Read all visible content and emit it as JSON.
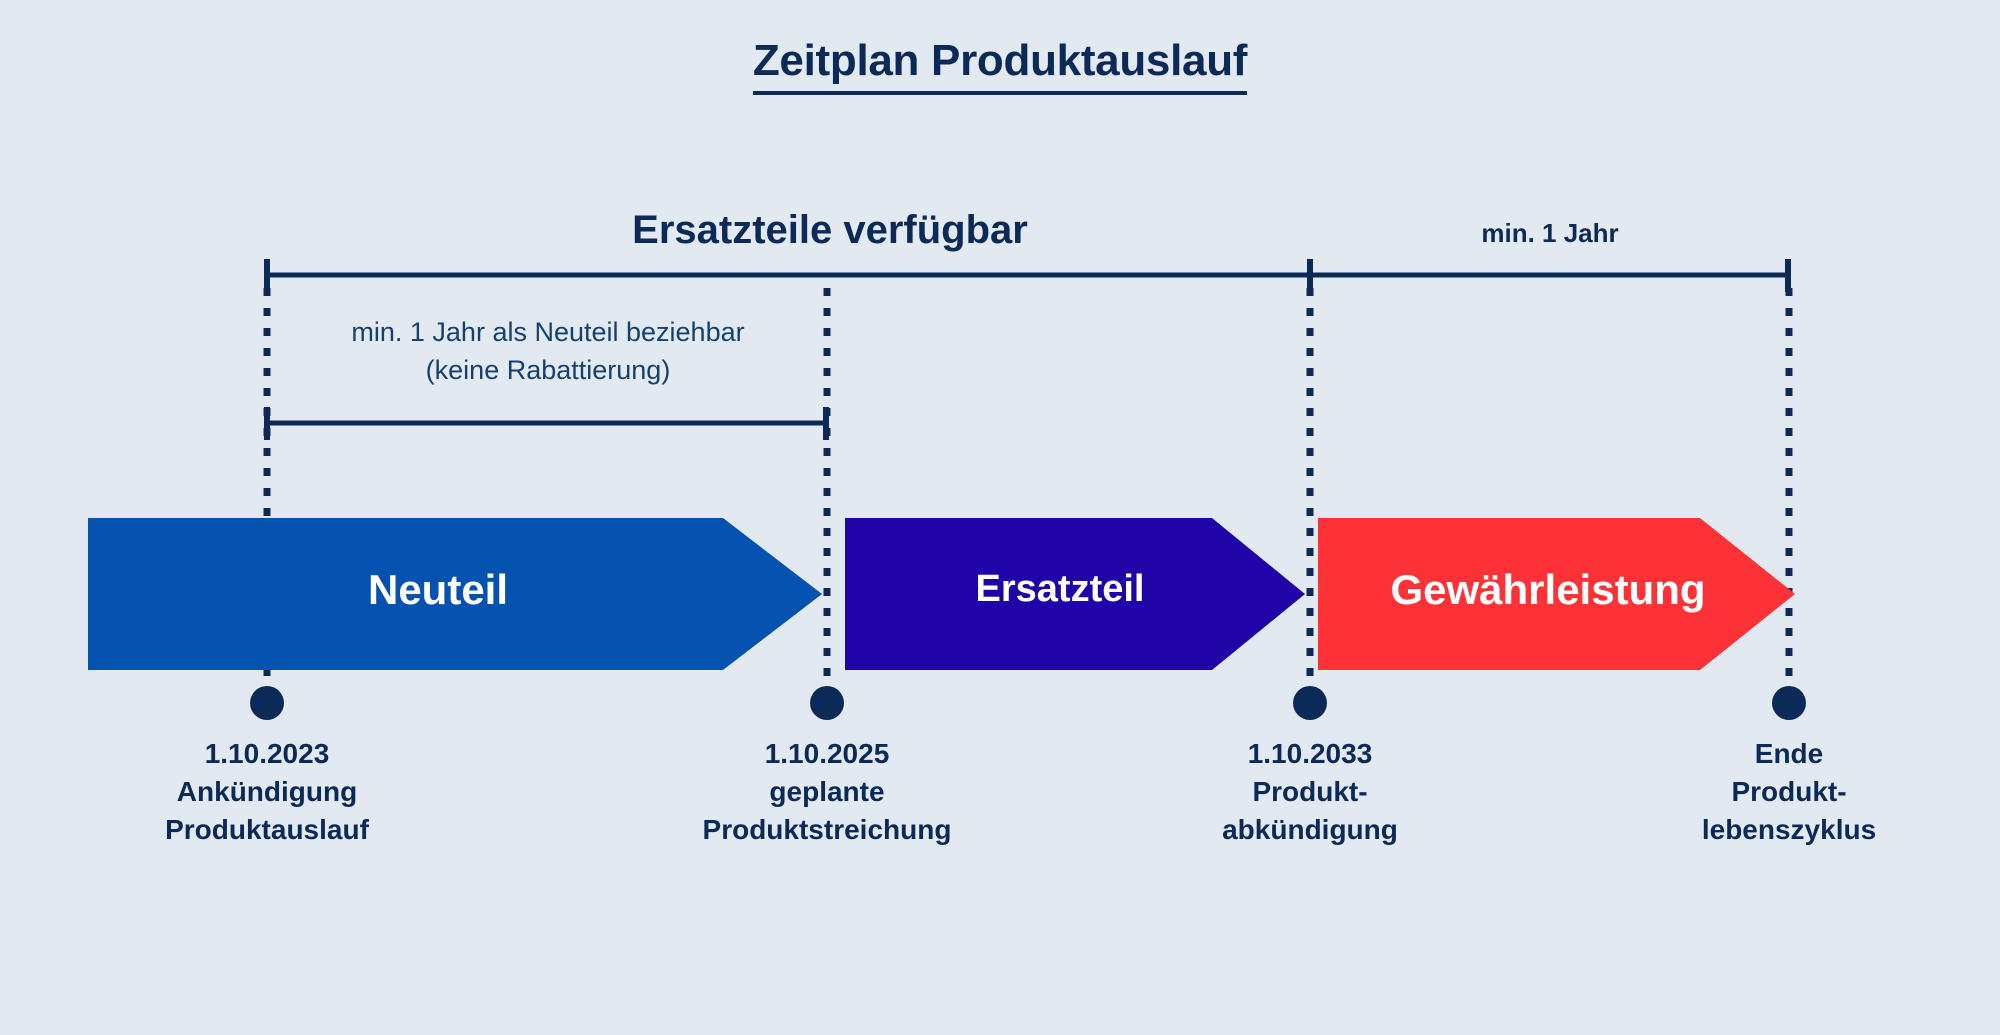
{
  "title": "Zeitplan Produktauslauf ",
  "colors": {
    "background": "#e3e9f1",
    "navy": "#0b2a58",
    "note_text": "#15416f",
    "neuteil_blue": "#0652b0",
    "ersatzteil_blue": "#2004a8",
    "gewaehrleistung_red": "#fc3236",
    "arrow_text": "#ffffff"
  },
  "spans": [
    {
      "id": "ersatzteile-verfuegbar",
      "label": "Ersatzteile verfügbar",
      "from_milestone": "1.10.2023",
      "to_milestone": "1.10.2033"
    },
    {
      "id": "min-1-jahr",
      "label": "min. 1 Jahr",
      "from_milestone": "1.10.2033",
      "to_milestone": "Ende Produktlebenszyklus"
    },
    {
      "id": "neuteil-note",
      "label_line1": "min. 1 Jahr als Neuteil beziehbar",
      "label_line2": "(keine Rabattierung)",
      "from_milestone": "1.10.2023",
      "to_milestone": "1.10.2025"
    }
  ],
  "phases": [
    {
      "id": "neuteil",
      "label": "Neuteil",
      "color": "#0652b0",
      "text_color": "#ffffff"
    },
    {
      "id": "ersatzteil",
      "label": "Ersatzteil",
      "color": "#2004a8",
      "text_color": "#ffffff"
    },
    {
      "id": "gewaehrleistung",
      "label": "Gewährleistung",
      "color": "#fc3236",
      "text_color": "#ffffff"
    }
  ],
  "milestones": [
    {
      "id": "ankuendigung-produktauslauf",
      "date": "1.10.2023",
      "line2": "Ankündigung",
      "line3": "Produktauslauf"
    },
    {
      "id": "geplante-produktstreichung",
      "date": "1.10.2025",
      "line2": "geplante",
      "line3": "Produktstreichung"
    },
    {
      "id": "produktabkuendigung",
      "date": "1.10.2033",
      "line2": "Produkt-",
      "line3": "abkündigung"
    },
    {
      "id": "ende-produktlebenszyklus",
      "date": "Ende",
      "line2": "Produkt-",
      "line3": "lebenszyklus"
    }
  ]
}
